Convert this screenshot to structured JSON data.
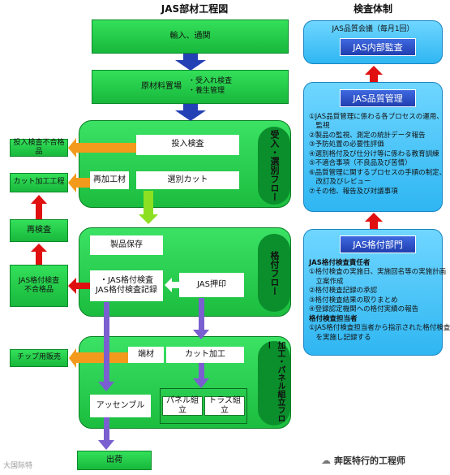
{
  "titles": {
    "left": "JAS部材工程図",
    "right": "検査体制"
  },
  "flow": {
    "receiving": "輸入、通関",
    "storage_title": "原材料置場",
    "storage_items": [
      "・受入れ検査",
      "・養生管理"
    ],
    "accept_inspection": "投入検査",
    "rework": "再加工材",
    "selective_cut": "選別カット",
    "accept_flow_label": "受入・選別フロー",
    "product_storage": "製品保存",
    "grading_records": [
      "・JAS格付検査",
      "JAS格付検査記録"
    ],
    "jas_stamp": "JAS押印",
    "grading_flow_label": "格付フロー",
    "offcuts": "端材",
    "cut_process": "カット加工",
    "assembly": "アッセンブル",
    "panel_assembly": "パネル組立",
    "truss_assembly": "トラス組立",
    "process_flow_label": "加工・パネル組立フロー",
    "shipping": "出荷"
  },
  "side": {
    "reject_input": "投入検査不合格品",
    "cut_process": "カット加工工程",
    "reinspection": "再検査",
    "reject_jas": "JAS格付検査\n不合格品",
    "chip_sales": "チップ用販売"
  },
  "org": {
    "meeting_title": "JAS品質会議（毎月1回）",
    "internal_audit": "JAS内部監査",
    "quality_title": "JAS品質管理",
    "quality_items": [
      "①JAS品質管理に係わる各プロセスの運用、",
      "　監視",
      "②製品の監視、測定の統計データ報告",
      "③予防処置の必要性評価",
      "④選別格付及び仕分け等に係わる教育訓練",
      "⑤不適合事項（不良品及び苦情）",
      "⑥品質管理に関するプロセスの手順の制定、",
      "　改訂及びレビュー",
      "⑦その他、報告及び対議事項"
    ],
    "dept_title": "JAS格付部門",
    "resp_heading": "JAS格付検査責任者",
    "resp_items": [
      "①格付検査の実施日、実施回名等の実施計画",
      "　立案作成",
      "②格付検査記録の承認",
      "③格付検査結果の取りまとめ",
      "④登録認定機関への格付実績の報告"
    ],
    "staff_heading": "格付検査担当者",
    "staff_items": [
      "①JAS格付検査担当者から指示された格付検査",
      "　を実施し記録する"
    ]
  },
  "watermark_left": "大国际特",
  "watermark_right": "奔医特行的工程师",
  "colors": {
    "green": "#1cbd3f",
    "blue": "#2fb6f2",
    "navy": "#2340b5",
    "red": "#e01010",
    "orange": "#f39a1c",
    "purple": "#7a5fd0",
    "lime": "#8de021"
  }
}
